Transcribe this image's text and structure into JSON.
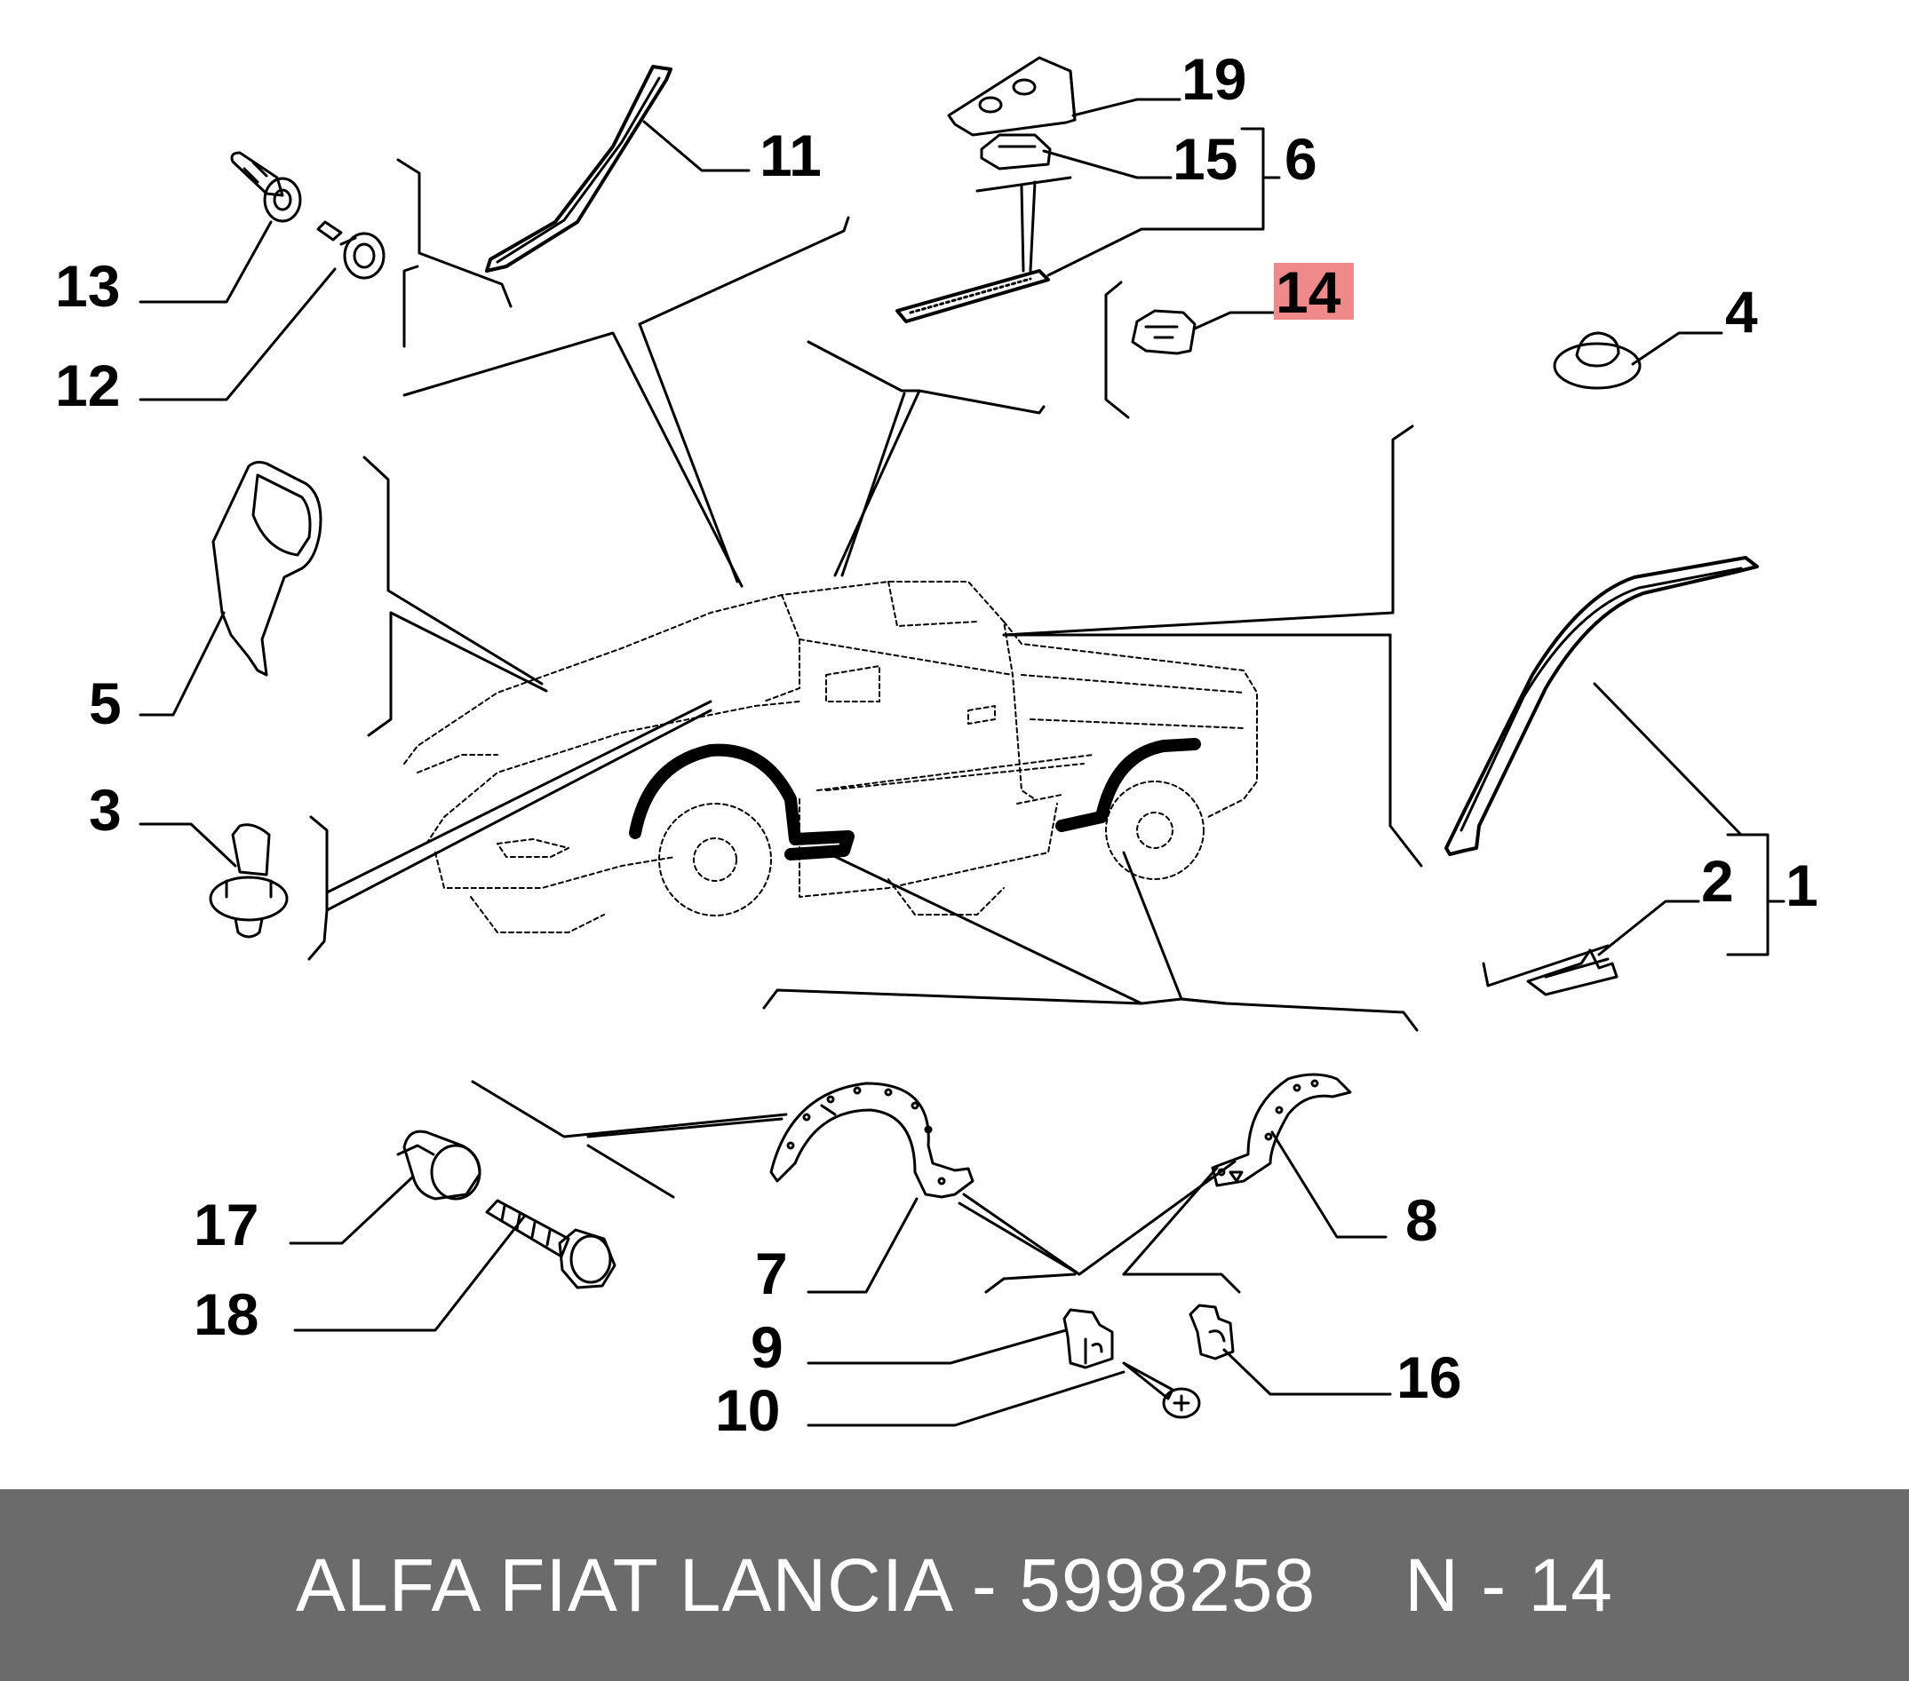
{
  "colors": {
    "footer_bg": "#6b6b6b",
    "footer_text": "#ffffff",
    "highlight": "#f08a8a",
    "ink": "#000000"
  },
  "callouts": {
    "c1": "1",
    "c2": "2",
    "c3": "3",
    "c4": "4",
    "c5": "5",
    "c6": "6",
    "c7": "7",
    "c8": "8",
    "c9": "9",
    "c10": "10",
    "c11": "11",
    "c12": "12",
    "c13": "13",
    "c14": "14",
    "c15": "15",
    "c16": "16",
    "c17": "17",
    "c18": "18",
    "c19": "19"
  },
  "highlighted_callout": "14",
  "footer": {
    "part_label": "ALFA FIAT LANCIA - 5998258",
    "page_ref": "N - 14"
  }
}
